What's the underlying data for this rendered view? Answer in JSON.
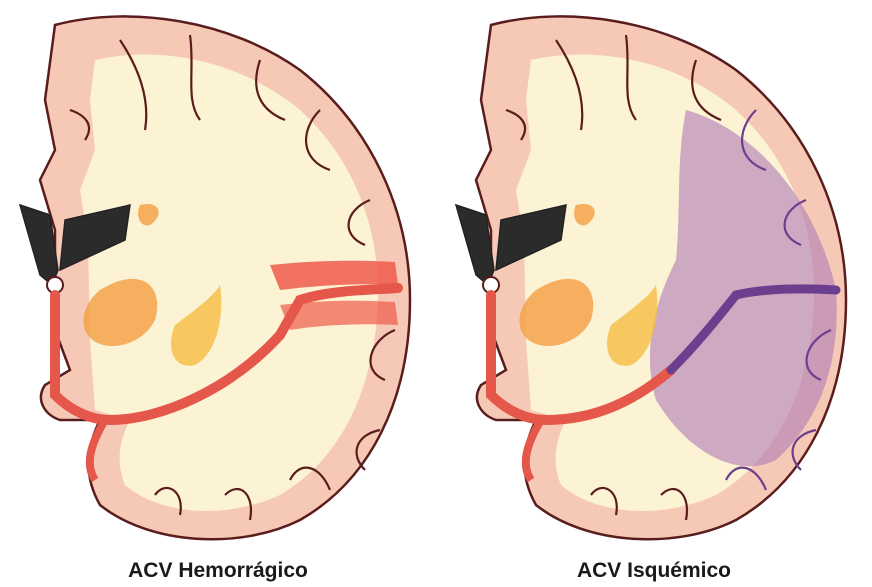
{
  "panels": [
    {
      "caption": "ACV Hemorrágico",
      "type": "hemorrhagic"
    },
    {
      "caption": "ACV Isquémico",
      "type": "ischemic"
    }
  ],
  "colors": {
    "cortex": "#f6c9b6",
    "white_matter": "#fbf3d3",
    "outline": "#5a1c1c",
    "artery": "#e4574a",
    "hemorrhage": "#ef5a4c",
    "basal_ganglia": "#f3a24a",
    "ventricle": "#2b2b2b",
    "infarct": "#b07ab8",
    "infarct_artery": "#6c3f8e"
  }
}
